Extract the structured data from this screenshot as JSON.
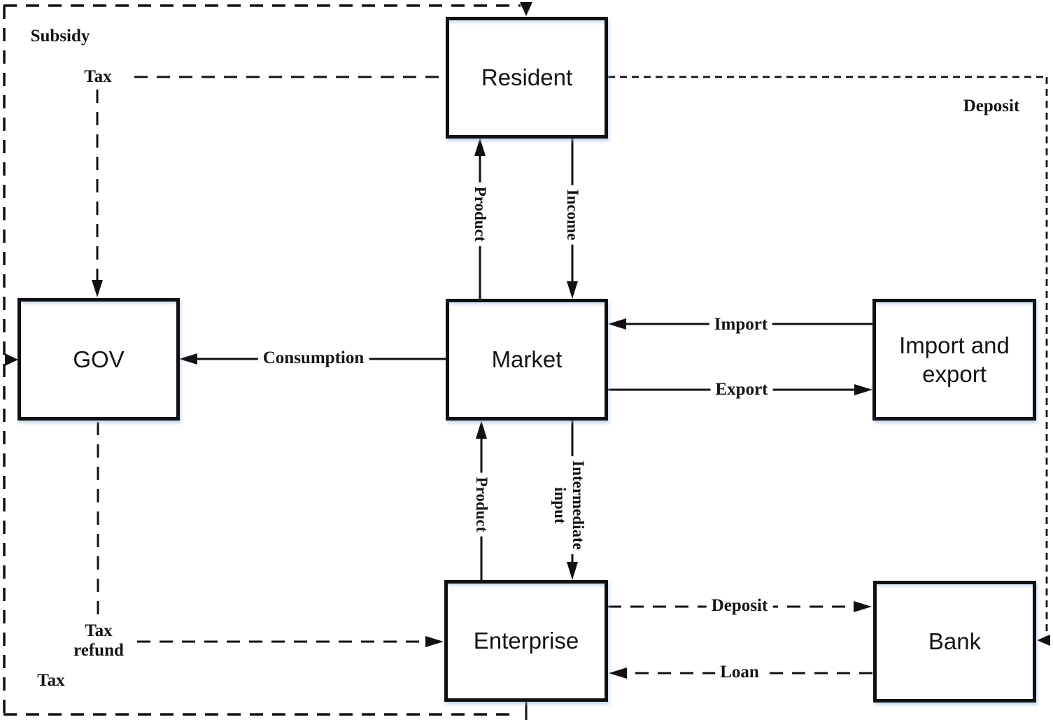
{
  "diagram": {
    "nodes": {
      "resident": "Resident",
      "gov": "GOV",
      "market": "Market",
      "import_export": "Import and\nexport",
      "enterprise": "Enterprise",
      "bank": "Bank"
    },
    "edges": {
      "subsidy": "Subsidy",
      "tax_resident_to_gov": "Tax",
      "deposit_resident_to_bank": "Deposit",
      "product_market_to_resident": "Product",
      "income_resident_to_market": "Income",
      "import": "Import",
      "export": "Export",
      "consumption": "Consumption",
      "product_enterprise_to_market": "Product",
      "intermediate_input": "Intermediate\ninput",
      "tax_refund": "Tax\nrefund",
      "tax_enterprise_to_gov": "Tax",
      "deposit_enterprise_to_bank": "Deposit",
      "loan": "Loan"
    },
    "colors": {
      "line": "#111111",
      "box_fill": "#ffffff",
      "text": "#141414",
      "shadow": "#9ebce4"
    }
  }
}
